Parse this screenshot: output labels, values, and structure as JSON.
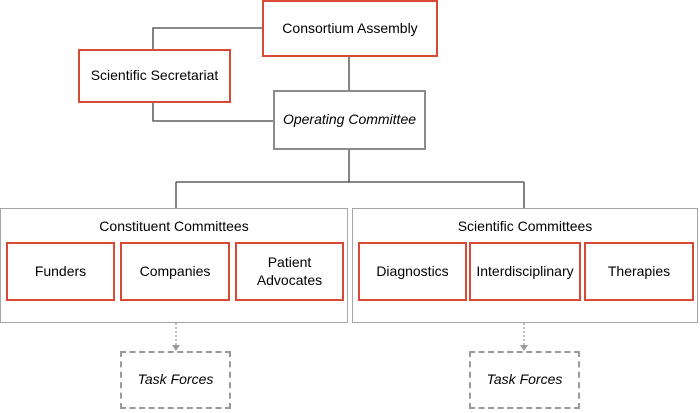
{
  "nodes": {
    "consortium_assembly": "Consortium Assembly",
    "scientific_secretariat": "Scientific Secretariat",
    "operating_committee": "Operating Committee"
  },
  "constituent_committees": {
    "title": "Constituent Committees",
    "items": [
      "Funders",
      "Companies",
      "Patient Advocates"
    ]
  },
  "scientific_committees": {
    "title": "Scientific Committees",
    "items": [
      "Diagnostics",
      "Interdisciplinary",
      "Therapies"
    ]
  },
  "task_forces": {
    "left": "Task Forces",
    "right": "Task Forces"
  },
  "colors": {
    "node_border": "#d84a35",
    "operating_border": "#8c8c8c",
    "connector": "#404040"
  }
}
